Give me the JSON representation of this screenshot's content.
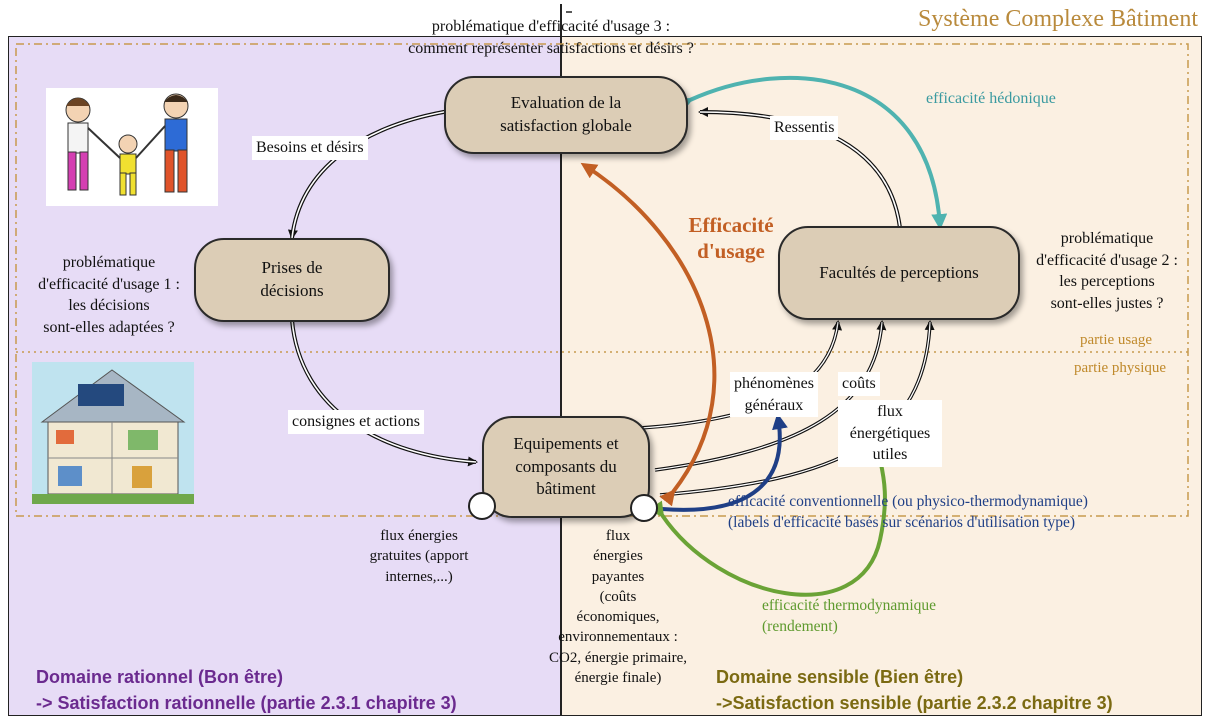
{
  "title": "Système Complexe Bâtiment",
  "boxes": {
    "evaluation": "Evaluation de la satisfaction globale",
    "decisions": "Prises de décisions",
    "equipements": "Equipements et composants du bâtiment",
    "facultes": "Facultés de perceptions"
  },
  "problematiques": {
    "p3_line1": "problématique d'efficacité d'usage 3 :",
    "p3_line2": "comment représenter satisfactions et désirs ?",
    "p1_line1": "problématique",
    "p1_line2": "d'efficacité d'usage 1 :",
    "p1_line3": "les décisions",
    "p1_line4": "sont-elles adaptées ?",
    "p2_line1": "problématique",
    "p2_line2": "d'efficacité d'usage 2 :",
    "p2_line3": "les perceptions",
    "p2_line4": "sont-elles justes ?"
  },
  "labels": {
    "besoins": "Besoins et désirs",
    "ressentis": "Ressentis",
    "consignes": "consignes et actions",
    "phenomenes_1": "phénomènes",
    "phenomenes_2": "généraux",
    "couts": "coûts",
    "flux_utiles_1": "flux",
    "flux_utiles_2": "énergétiques",
    "flux_utiles_3": "utiles",
    "efficacite_usage_1": "Efficacité",
    "efficacite_usage_2": "d'usage",
    "efficacite_hedonique": "efficacité hédonique",
    "partie_usage": "partie usage",
    "partie_physique": "partie physique",
    "conventionnelle_1": "efficacité conventionnelle (ou physico-thermodynamique)",
    "conventionnelle_2": "(labels d'efficacité basés sur scénarios d'utilisation type)",
    "thermo_1": "efficacité thermodynamique",
    "thermo_2": "(rendement)",
    "gratuites_1": "flux énergies",
    "gratuites_2": "gratuites (apport",
    "gratuites_3": "internes,...)",
    "payantes_1": "flux",
    "payantes_2": "énergies",
    "payantes_3": "payantes",
    "payantes_4": "(coûts",
    "payantes_5": "économiques,",
    "payantes_6": "environnementaux :",
    "payantes_7": "CO2, énergie primaire,",
    "payantes_8": "énergie finale)"
  },
  "domains": {
    "left_1": "Domaine rationnel (Bon être)",
    "left_2": "-> Satisfaction rationnelle (partie 2.3.1 chapitre 3)",
    "right_1": "Domaine sensible (Bien être)",
    "right_2": "->Satisfaction sensible (partie 2.3.2 chapitre 3)"
  },
  "colors": {
    "rational_domain_bg": "#e7dcf6",
    "sensible_domain_bg": "#fbf0e2",
    "box_fill": "#dccdb6",
    "usage_orange": "#c25f24",
    "hedonic_teal": "#4fb3b0",
    "conventional_navy": "#1f3f86",
    "thermo_green": "#6aa336",
    "problem_magenta": "#b02f8e"
  },
  "icons": [
    "family-illustration",
    "house-cutaway-illustration"
  ]
}
